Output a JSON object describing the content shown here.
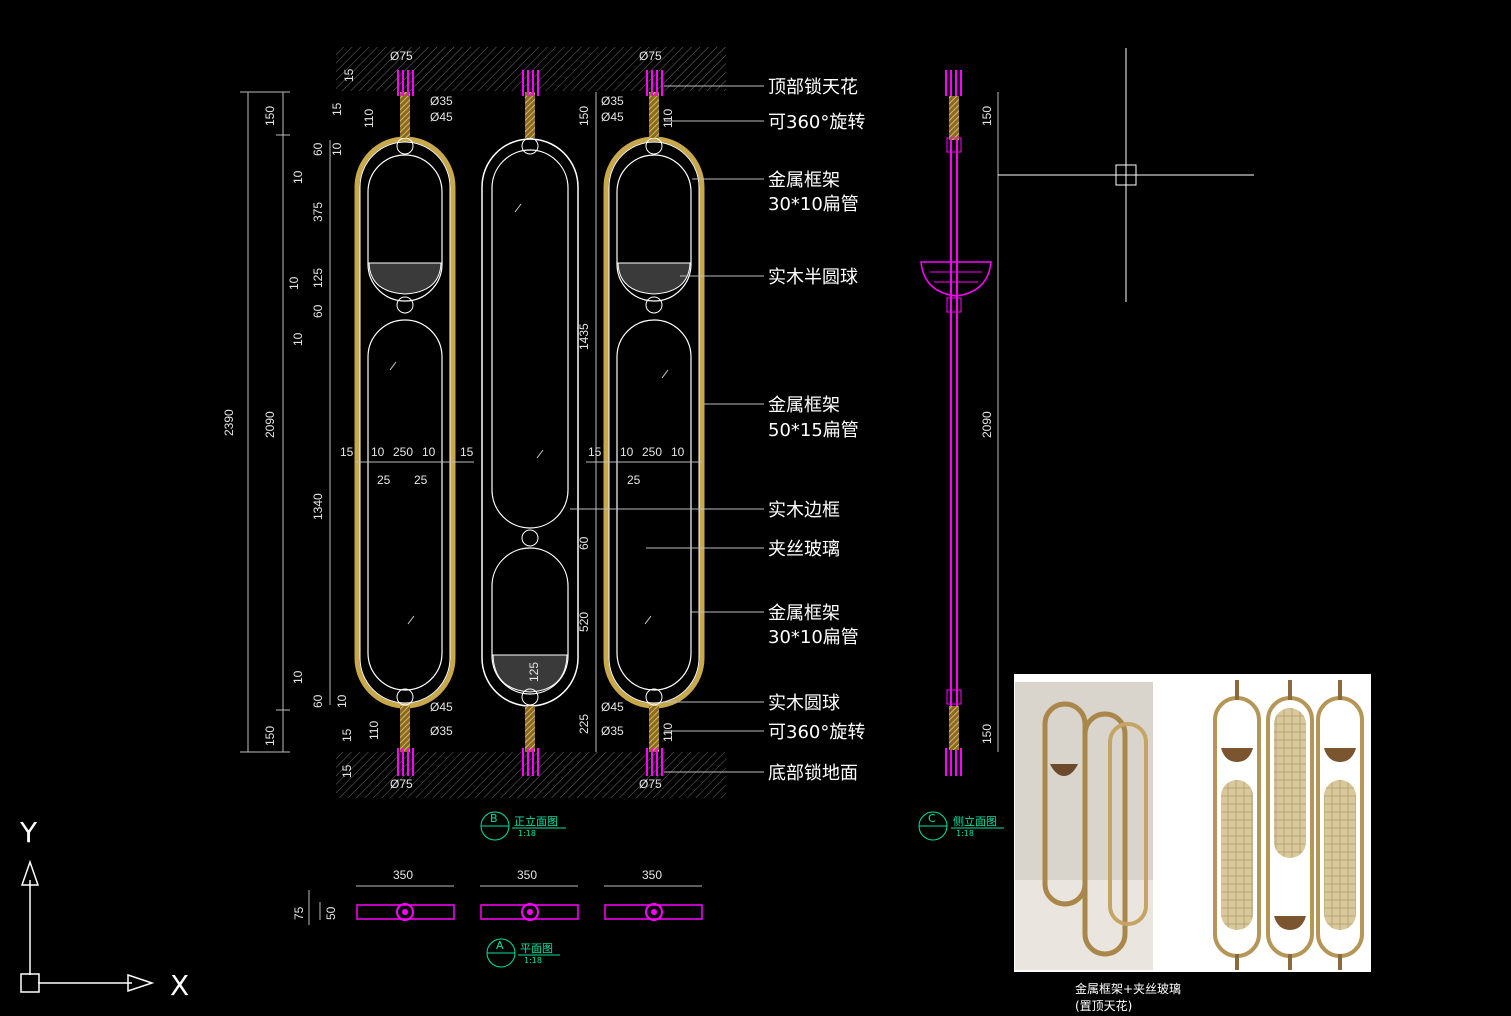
{
  "colors": {
    "background": "#000000",
    "frame_gold": "#c9a84a",
    "frame_white": "#ffffff",
    "pin_magenta": "#ff00ff",
    "title_green": "#00e0a0",
    "dimension_gray": "#bdbdbd"
  },
  "front_elevation": {
    "title_letter": "B",
    "title": "正立面图",
    "scale": "1:18",
    "top_dims": [
      "Ø75",
      "Ø75"
    ],
    "bottom_dims": [
      "Ø75",
      "Ø75"
    ],
    "top_inner_dims": [
      "Ø35",
      "Ø45",
      "Ø35",
      "Ø45"
    ],
    "bottom_inner_dims": [
      "Ø45",
      "Ø35",
      "Ø45",
      "Ø35"
    ],
    "left_dims": {
      "total": "2390",
      "inner": "2090",
      "top": "150",
      "bottom": "150",
      "d15a": "15",
      "d15b": "15",
      "d110": "110",
      "d60": "60",
      "d10": "10",
      "d10b": "10",
      "d375": "375",
      "d125": "125",
      "d10c": "10",
      "d60b": "60",
      "d10d": "10",
      "d1340": "1340",
      "d10e": "10",
      "d60c": "60",
      "d10f": "10",
      "d110b": "110",
      "d15c": "15",
      "d15d": "15"
    },
    "width_dims": [
      "15",
      "10",
      "250",
      "10",
      "15"
    ],
    "width_dims_right": [
      "15",
      "10",
      "250",
      "10"
    ],
    "sub_dims": [
      "25",
      "25"
    ],
    "sub_dims_right": [
      "25"
    ],
    "middle_dims": {
      "d150": "150",
      "d1435": "1435",
      "d60": "60",
      "d520": "520",
      "d125": "125",
      "d225": "225",
      "d110": "110",
      "d110b": "110"
    }
  },
  "annotations": [
    {
      "line1": "顶部锁天花",
      "line2": ""
    },
    {
      "line1": "可360°旋转",
      "line2": ""
    },
    {
      "line1": "金属框架",
      "line2": "30*10扁管"
    },
    {
      "line1": "实木半圆球",
      "line2": ""
    },
    {
      "line1": "金属框架",
      "line2": "50*15扁管"
    },
    {
      "line1": "实木边框",
      "line2": ""
    },
    {
      "line1": "夹丝玻璃",
      "line2": ""
    },
    {
      "line1": "金属框架",
      "line2": "30*10扁管"
    },
    {
      "line1": "实木圆球",
      "line2": ""
    },
    {
      "line1": "可360°旋转",
      "line2": ""
    },
    {
      "line1": "底部锁地面",
      "line2": ""
    }
  ],
  "side_elevation": {
    "title_letter": "C",
    "title": "侧立面图",
    "scale": "1:18",
    "dims": [
      "150",
      "2090",
      "150"
    ]
  },
  "plan_view": {
    "title_letter": "A",
    "title": "平面图",
    "scale": "1:18",
    "widths": [
      "350",
      "350",
      "350"
    ],
    "depths": [
      "75",
      "50"
    ]
  },
  "reference_photo": {
    "caption_line1": "金属框架+夹丝玻璃",
    "caption_line2": "(置顶天花)"
  },
  "ucs_icon": {
    "x_label": "X",
    "y_label": "Y"
  }
}
